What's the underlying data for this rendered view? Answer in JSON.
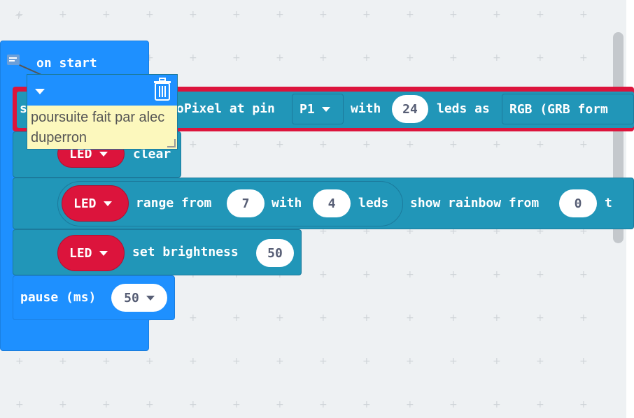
{
  "on_start": {
    "label": "on start"
  },
  "neopixel": {
    "var_label": "s",
    "text": "oPixel at pin",
    "pin_value": "P1",
    "with_label": "with",
    "leds_value": "24",
    "leds_as_label": "leds as",
    "mode_value": "RGB (GRB form"
  },
  "clear_block": {
    "var": "LED",
    "label": "clear"
  },
  "range_block": {
    "var": "LED",
    "range_from_label": "range from",
    "from_value": "7",
    "with_label": "with",
    "count_value": "4",
    "leds_label": "leds",
    "show_rainbow_label": "show rainbow from",
    "rainbow_from_value": "0",
    "to_label": "t"
  },
  "brightness_block": {
    "var": "LED",
    "label": "set brightness",
    "value": "50"
  },
  "pause_block": {
    "label": "pause (ms)",
    "value": "50"
  },
  "comment": {
    "text": "poursuite fait par alec duperron"
  },
  "colors": {
    "event_blue": "#1e90ff",
    "neopixel_teal": "#2196b8",
    "variable_red": "#dc143c",
    "comment_yellow": "#fcf8bd"
  }
}
